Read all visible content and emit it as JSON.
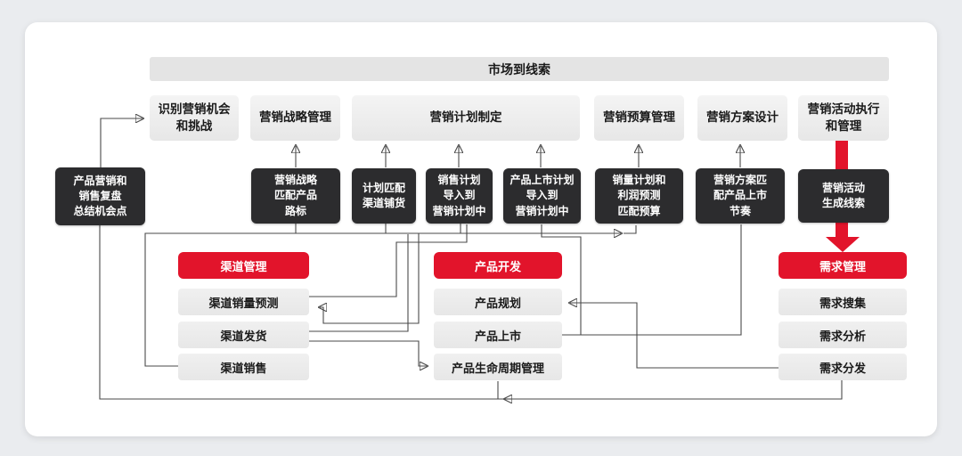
{
  "banner": {
    "label": "市场到线索"
  },
  "stage_headers": [
    {
      "label": "识别营销机会\n和挑战"
    },
    {
      "label": "营销战略管理"
    },
    {
      "label": "营销计划制定"
    },
    {
      "label": "营销预算管理"
    },
    {
      "label": "营销方案设计"
    },
    {
      "label": "营销活动执行\n和管理"
    }
  ],
  "activity_boxes": [
    {
      "label": "产品营销和\n销售复盘\n总结机会点"
    },
    {
      "label": "营销战略\n匹配产品\n路标"
    },
    {
      "label": "计划匹配\n渠道铺货"
    },
    {
      "label": "销售计划\n导入到\n营销计划中"
    },
    {
      "label": "产品上市计划\n导入到\n营销计划中"
    },
    {
      "label": "销量计划和\n利润预测\n匹配预算"
    },
    {
      "label": "营销方案匹\n配产品上市\n节奏"
    },
    {
      "label": "营销活动\n生成线索"
    }
  ],
  "groups": [
    {
      "title": "渠道管理",
      "items": [
        {
          "label": "渠道销量预测"
        },
        {
          "label": "渠道发货"
        },
        {
          "label": "渠道销售"
        }
      ]
    },
    {
      "title": "产品开发",
      "items": [
        {
          "label": "产品规划"
        },
        {
          "label": "产品上市"
        },
        {
          "label": "产品生命周期管理"
        }
      ]
    },
    {
      "title": "需求管理",
      "items": [
        {
          "label": "需求搜集"
        },
        {
          "label": "需求分析"
        },
        {
          "label": "需求分发"
        }
      ]
    }
  ],
  "colors": {
    "accent_red": "#e2142b",
    "dark_box": "#2c2c2e",
    "banner_bg": "#e4e4e4",
    "connector": "#4a4a4a"
  }
}
